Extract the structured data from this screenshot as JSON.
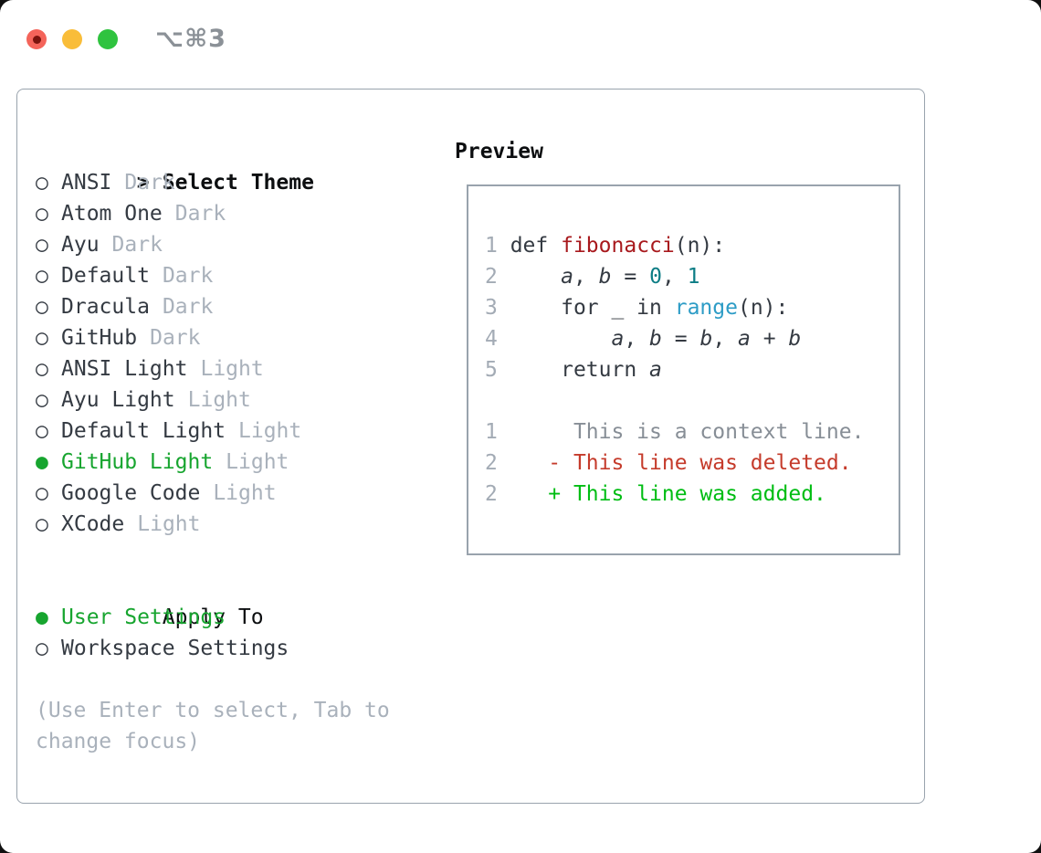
{
  "titlebar": {
    "title": "⌥⌘3"
  },
  "colors": {
    "accent_green": "#17a52f",
    "function_red": "#a8191d",
    "number_teal": "#0c7d85",
    "builtin_blue": "#2d9cc6",
    "diff_deleted_red": "#c53b2b",
    "diff_added_green": "#00bd13",
    "muted_gray": "#a9b1bb",
    "border_gray": "#99a3ad"
  },
  "icons": {
    "header_marker": ">",
    "radio_unselected": "○",
    "radio_selected": "●"
  },
  "theme_picker": {
    "header": "Select Theme",
    "items": [
      {
        "name": "ANSI",
        "variant": "Dark",
        "selected": false
      },
      {
        "name": "Atom One",
        "variant": "Dark",
        "selected": false
      },
      {
        "name": "Ayu",
        "variant": "Dark",
        "selected": false
      },
      {
        "name": "Default",
        "variant": "Dark",
        "selected": false
      },
      {
        "name": "Dracula",
        "variant": "Dark",
        "selected": false
      },
      {
        "name": "GitHub",
        "variant": "Dark",
        "selected": false
      },
      {
        "name": "ANSI Light",
        "variant": "Light",
        "selected": false
      },
      {
        "name": "Ayu Light",
        "variant": "Light",
        "selected": false
      },
      {
        "name": "Default Light",
        "variant": "Light",
        "selected": false
      },
      {
        "name": "GitHub Light",
        "variant": "Light",
        "selected": true
      },
      {
        "name": "Google Code",
        "variant": "Light",
        "selected": false
      },
      {
        "name": "XCode",
        "variant": "Light",
        "selected": false
      }
    ]
  },
  "apply_to": {
    "header": "Apply To",
    "items": [
      {
        "label": "User Settings",
        "selected": true
      },
      {
        "label": "Workspace Settings",
        "selected": false
      }
    ]
  },
  "hint": "(Use Enter to select, Tab to change focus)",
  "preview": {
    "header": "Preview",
    "lines": [
      {
        "num": "1",
        "tokens": [
          {
            "t": " def ",
            "c": "plain"
          },
          {
            "t": "fibonacci",
            "c": "fn"
          },
          {
            "t": "(n):",
            "c": "plain"
          }
        ]
      },
      {
        "num": "2",
        "tokens": [
          {
            "t": "     ",
            "c": "plain"
          },
          {
            "t": "a",
            "c": "var"
          },
          {
            "t": ", ",
            "c": "plain"
          },
          {
            "t": "b",
            "c": "var"
          },
          {
            "t": " = ",
            "c": "plain"
          },
          {
            "t": "0",
            "c": "num"
          },
          {
            "t": ", ",
            "c": "plain"
          },
          {
            "t": "1",
            "c": "num"
          }
        ]
      },
      {
        "num": "3",
        "tokens": [
          {
            "t": "     for _ in ",
            "c": "plain"
          },
          {
            "t": "range",
            "c": "builtin"
          },
          {
            "t": "(n):",
            "c": "plain"
          }
        ]
      },
      {
        "num": "4",
        "tokens": [
          {
            "t": "         ",
            "c": "plain"
          },
          {
            "t": "a",
            "c": "var"
          },
          {
            "t": ", ",
            "c": "plain"
          },
          {
            "t": "b",
            "c": "var"
          },
          {
            "t": " = ",
            "c": "plain"
          },
          {
            "t": "b",
            "c": "var"
          },
          {
            "t": ", ",
            "c": "plain"
          },
          {
            "t": "a",
            "c": "var"
          },
          {
            "t": " + ",
            "c": "plain"
          },
          {
            "t": "b",
            "c": "var"
          }
        ]
      },
      {
        "num": "5",
        "tokens": [
          {
            "t": "     return ",
            "c": "plain"
          },
          {
            "t": "a",
            "c": "var"
          }
        ]
      },
      {
        "num": "",
        "tokens": []
      },
      {
        "num": "1",
        "tokens": [
          {
            "t": "      This is a context line.",
            "c": "ctx"
          }
        ]
      },
      {
        "num": "2",
        "tokens": [
          {
            "t": "    ",
            "c": "plain"
          },
          {
            "t": "- This line was deleted.",
            "c": "del"
          }
        ]
      },
      {
        "num": "2",
        "tokens": [
          {
            "t": "    ",
            "c": "plain"
          },
          {
            "t": "+ This line was added.",
            "c": "add"
          }
        ]
      }
    ]
  }
}
